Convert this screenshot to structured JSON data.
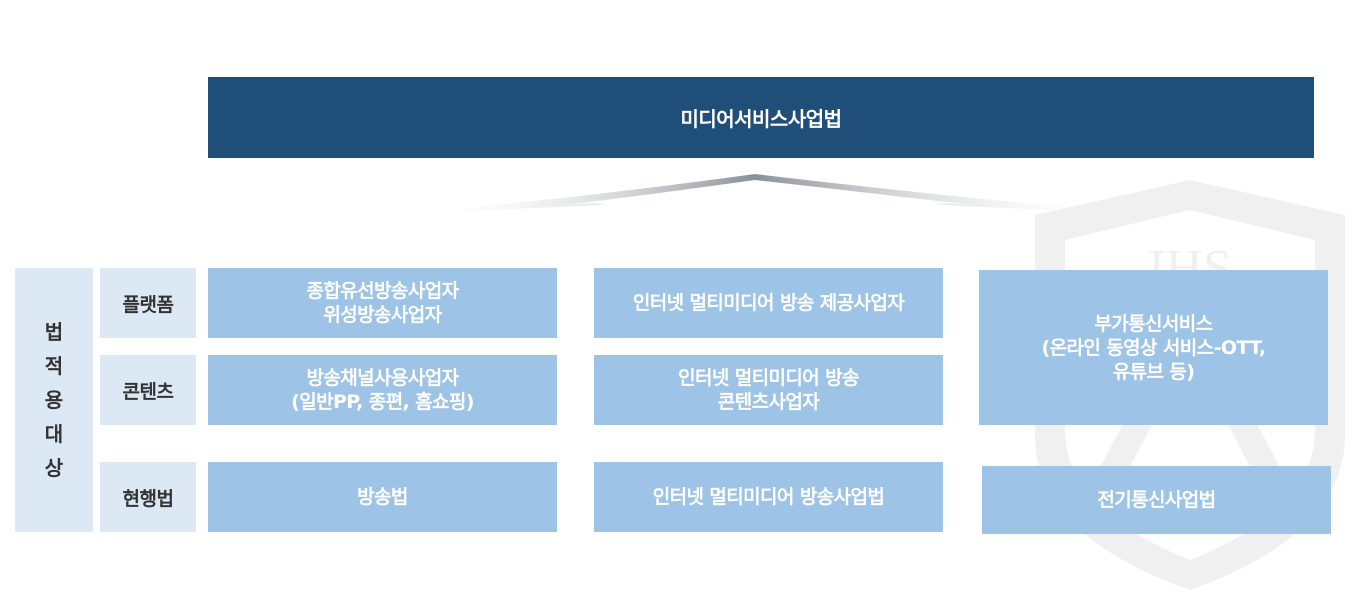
{
  "title": "미디어서비스사업법",
  "side_label": [
    "법",
    "적",
    "용",
    "대",
    "상"
  ],
  "rows": {
    "platform": "플랫폼",
    "content": "콘텐츠",
    "law": "현행법"
  },
  "cells": {
    "col1_platform": [
      "종합유선방송사업자",
      "위성방송사업자"
    ],
    "col1_content": [
      "방송채널사용사업자",
      "(일반PP, 종편, 홈쇼핑)"
    ],
    "col1_law": "방송법",
    "col2_platform": "인터넷 멀티미디어 방송 제공사업자",
    "col2_content": [
      "인터넷 멀티미디어 방송",
      "콘텐츠사업자"
    ],
    "col2_law": "인터넷 멀티미디어 방송사업법",
    "col3_merged": [
      "부가통신서비스",
      "(온라인 동영상 서비스-OTT,",
      "유튜브 등)"
    ],
    "col3_law": "전기통신사업법"
  },
  "watermark_text": "IHS",
  "colors": {
    "title_bg": "#1f4e79",
    "cell_bg": "#9dc3e6",
    "label_bg": "#dce8f4"
  }
}
